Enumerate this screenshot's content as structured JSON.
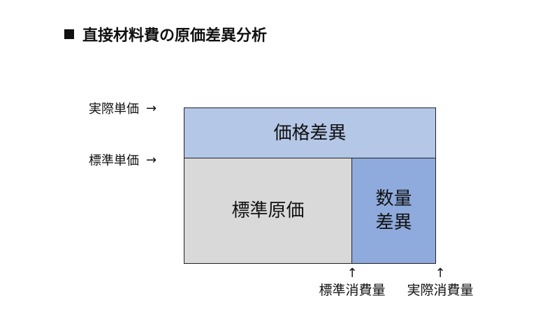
{
  "title": {
    "bullet": "■",
    "text": "直接材料費の原価差異分析"
  },
  "diagram": {
    "price_variance": "価格差異",
    "standard_cost": "標準原価",
    "quantity_variance_line1": "数量",
    "quantity_variance_line2": "差異"
  },
  "row_labels": {
    "actual_unit_price": "実際単価",
    "standard_unit_price": "標準単価",
    "arrow": "→"
  },
  "col_labels": {
    "standard_quantity": "標準消費量",
    "actual_quantity": "実際消費量",
    "arrow": "↑"
  },
  "colors": {
    "price_variance_fill": "#b4c7e7",
    "standard_cost_fill": "#d9d9d9",
    "quantity_variance_fill": "#8faadc"
  }
}
